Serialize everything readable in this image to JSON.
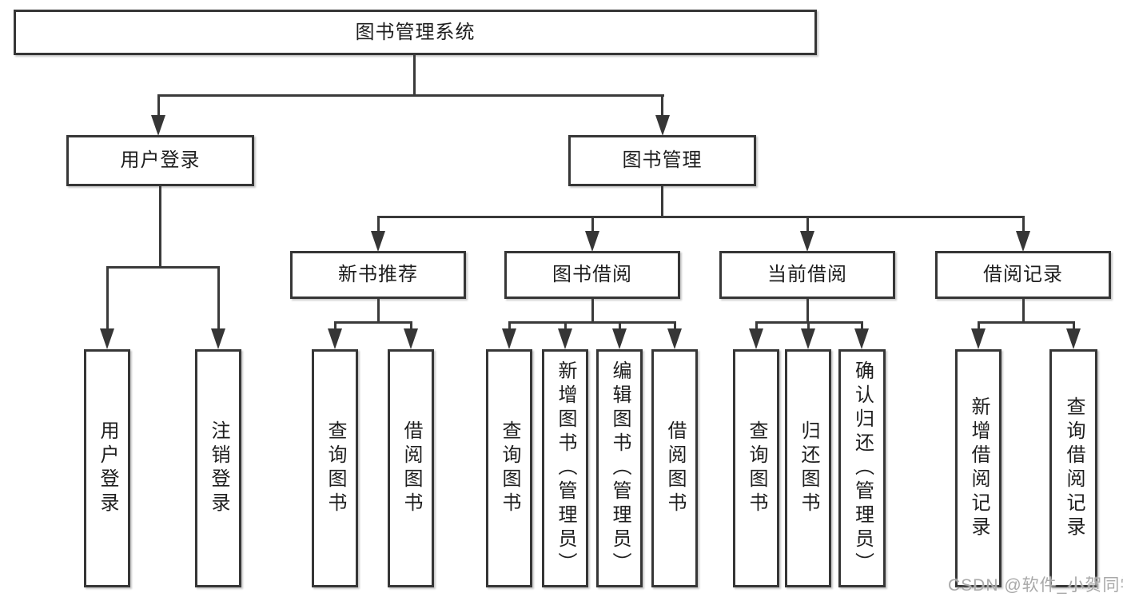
{
  "tree": {
    "label": "图书管理系统",
    "children": [
      {
        "label": "用户登录",
        "children": [
          {
            "label": "用户登录"
          },
          {
            "label": "注销登录"
          }
        ]
      },
      {
        "label": "图书管理",
        "children": [
          {
            "label": "新书推荐",
            "children": [
              {
                "label": "查询图书"
              },
              {
                "label": "借阅图书"
              }
            ]
          },
          {
            "label": "图书借阅",
            "children": [
              {
                "label": "查询图书"
              },
              {
                "label": "新增图书（管理员）"
              },
              {
                "label": "编辑图书（管理员）"
              },
              {
                "label": "借阅图书"
              }
            ]
          },
          {
            "label": "当前借阅",
            "children": [
              {
                "label": "查询图书"
              },
              {
                "label": "归还图书"
              },
              {
                "label": "确认归还（管理员）"
              }
            ]
          },
          {
            "label": "借阅记录",
            "children": [
              {
                "label": "新增借阅记录"
              },
              {
                "label": "查询借阅记录"
              }
            ]
          }
        ]
      }
    ]
  },
  "watermark": {
    "text": "CSDN @软件_小贺同学"
  },
  "colors": {
    "line": "#3a3a3a",
    "box_border": "#363636",
    "text": "#1e1e1e",
    "watermark": "#a9a9a9",
    "background": "#ffffff"
  }
}
